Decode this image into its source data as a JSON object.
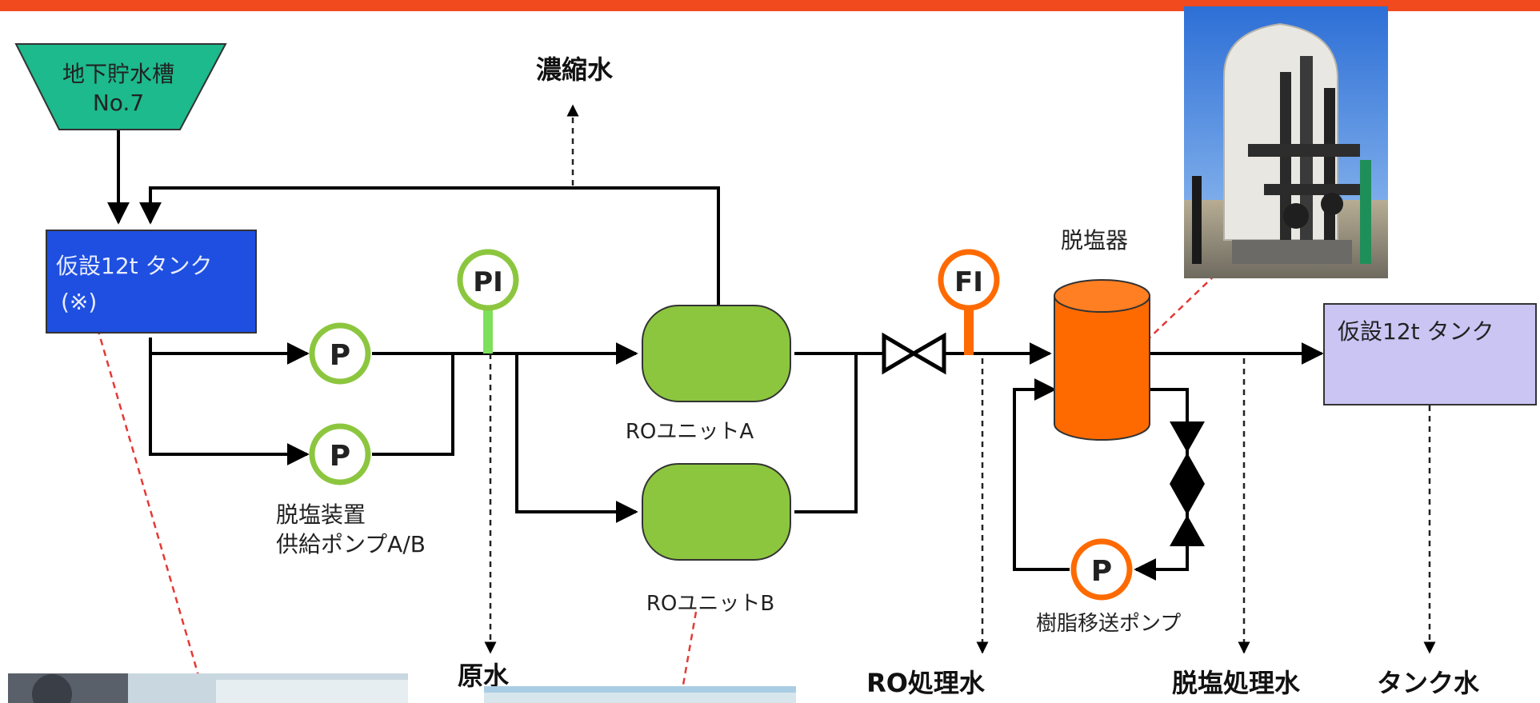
{
  "nodes": {
    "underground_tank": {
      "line1": "地下貯水槽",
      "line2": "No.7"
    },
    "temp_tank_in": {
      "line1": "仮設12t タンク",
      "line2": "(※)"
    },
    "temp_tank_out": {
      "label": "仮設12t タンク"
    },
    "pi_gauge": {
      "label": "PI"
    },
    "fi_gauge": {
      "label": "FI"
    },
    "pump_a": {
      "label": "P"
    },
    "pump_b": {
      "label": "P"
    },
    "resin_pump": {
      "label": "P"
    },
    "ro_unit_a": {
      "label": "ROユニットA"
    },
    "ro_unit_b": {
      "label": "ROユニットB"
    },
    "demineralizer": {
      "label": "脱塩器"
    }
  },
  "labels": {
    "supply_pump_line1": "脱塩装置",
    "supply_pump_line2": "供給ポンプA/B",
    "resin_pump_label": "樹脂移送ポンプ",
    "concentrate": "濃縮水",
    "raw_water": "原水",
    "ro_treated": "RO処理水",
    "desal_treated": "脱塩処理水",
    "tank_water": "タンク水"
  },
  "colors": {
    "top_bar": "#f04a1e",
    "tank_green": "#1cba8c",
    "tank_blue": "#1e4fe0",
    "out_tank": "#cbc5f4",
    "ro_green": "#8cc63f",
    "pump_green_ring": "#8cc63f",
    "orange": "#ff6a00",
    "sample_line": "#222222",
    "callout": "#e53935"
  }
}
